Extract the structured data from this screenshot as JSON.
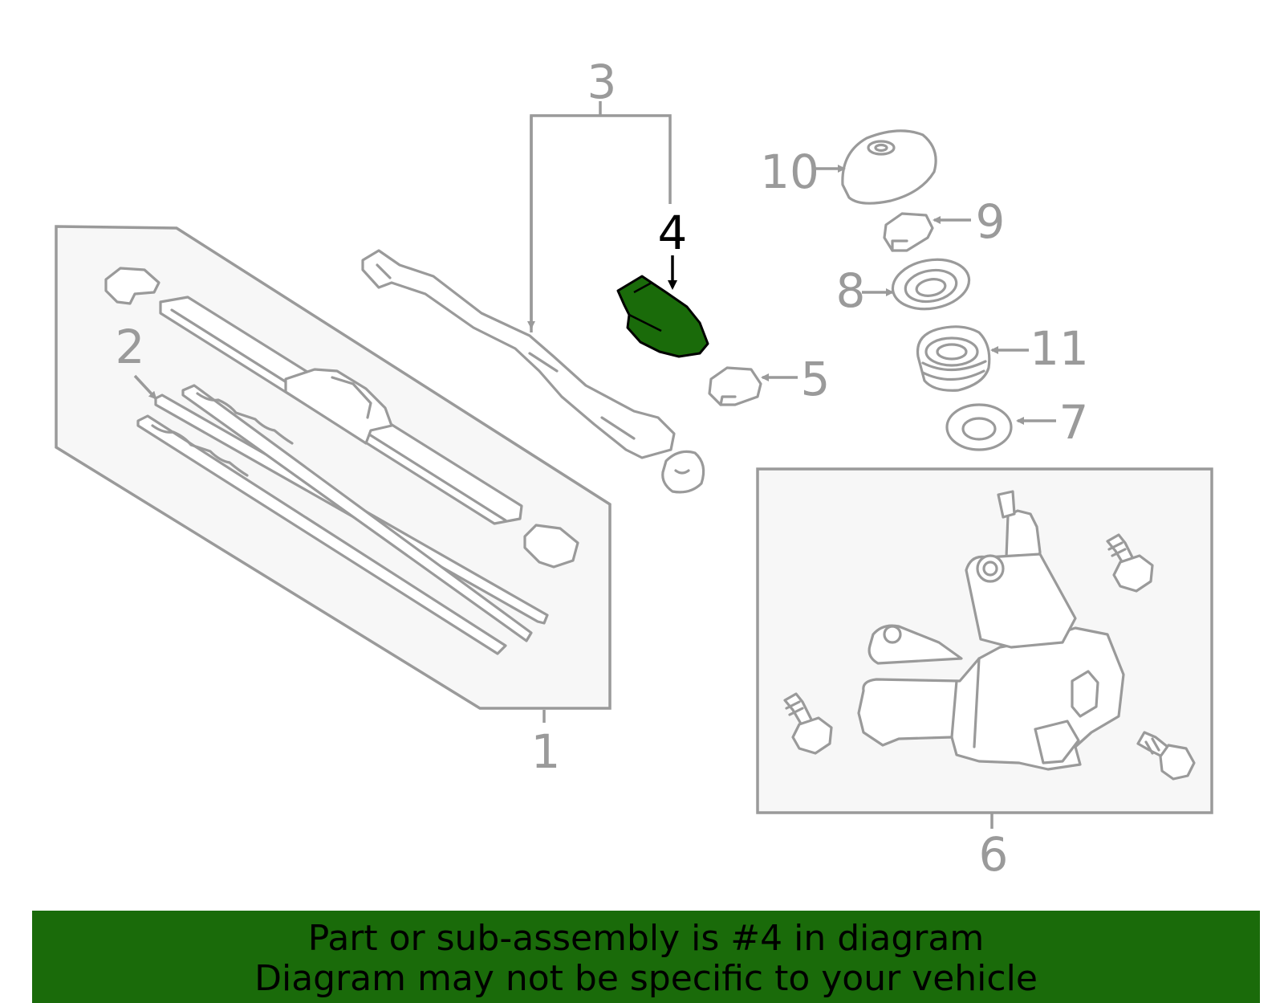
{
  "diagram": {
    "callouts": {
      "c1": "1",
      "c2": "2",
      "c3": "3",
      "c4": "4",
      "c5": "5",
      "c6": "6",
      "c7": "7",
      "c8": "8",
      "c9": "9",
      "c10": "10",
      "c11": "11"
    },
    "highlighted_part": "4",
    "colors": {
      "highlight": "#1a6b0a",
      "line": "#9a9a9a",
      "box_fill": "#f7f7f7"
    }
  },
  "banner": {
    "line1": "Part or sub-assembly is #4 in diagram",
    "line2": "Diagram may not be specific to your vehicle"
  }
}
